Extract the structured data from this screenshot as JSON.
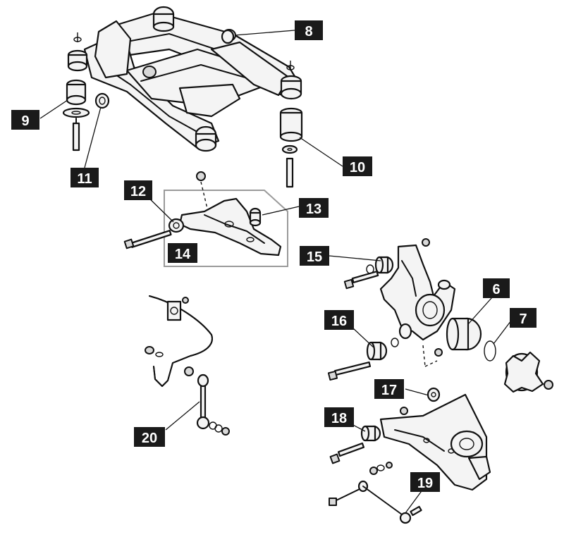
{
  "callouts": {
    "c6": "6",
    "c7": "7",
    "c8": "8",
    "c9": "9",
    "c10": "10",
    "c11": "11",
    "c12": "12",
    "c13": "13",
    "c14": "14",
    "c15": "15",
    "c16": "16",
    "c17": "17",
    "c18": "18",
    "c19": "19",
    "c20": "20"
  }
}
